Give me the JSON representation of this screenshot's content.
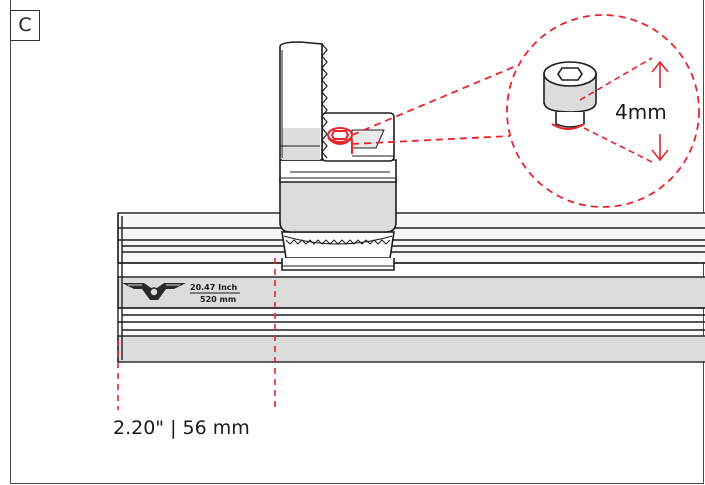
{
  "panel_label": "C",
  "rail_label": {
    "inch": "20.47 Inch",
    "mm": "520 mm"
  },
  "bolt_callout": {
    "size": "4mm"
  },
  "offset_dimension": {
    "text": "2.20\" | 56 mm"
  },
  "colors": {
    "callout": "#e8242e",
    "outline": "#1e1e1e",
    "shade": "#dcdcdc"
  }
}
